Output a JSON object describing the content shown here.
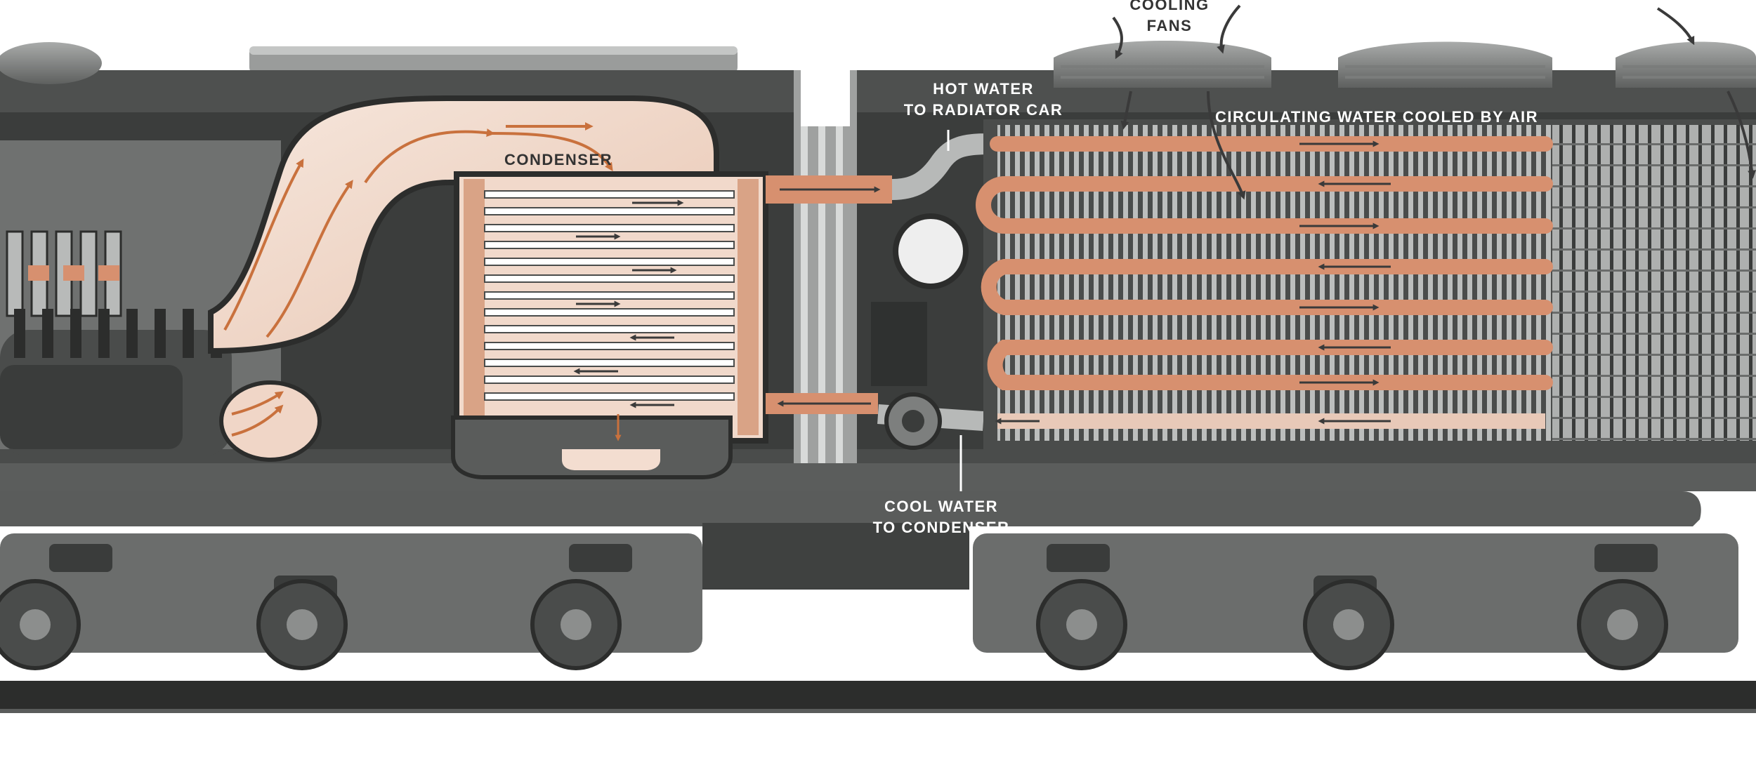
{
  "labels": {
    "cooling_fans_line1": "COOLING",
    "cooling_fans_line2": "FANS",
    "hot_water_line1": "HOT WATER",
    "hot_water_line2": "TO RADIATOR CAR",
    "circulating_water": "CIRCULATING WATER COOLED BY AIR",
    "condenser": "CONDENSER",
    "cool_water_line1": "COOL WATER",
    "cool_water_line2": "TO CONDENSER"
  },
  "colors": {
    "body_dark": "#3b3d3c",
    "body_mid": "#5a5c5b",
    "body_light": "#8c8e8d",
    "steam_light": "#f3ddd0",
    "pipe_copper": "#d7906f",
    "arrow_orange": "#c9713d",
    "track": "#2c2d2c"
  },
  "icons": [
    "cooling-fan-icon",
    "condenser-icon",
    "radiator-coil-icon",
    "pump-icon",
    "bogie-icon",
    "wheel-icon"
  ]
}
